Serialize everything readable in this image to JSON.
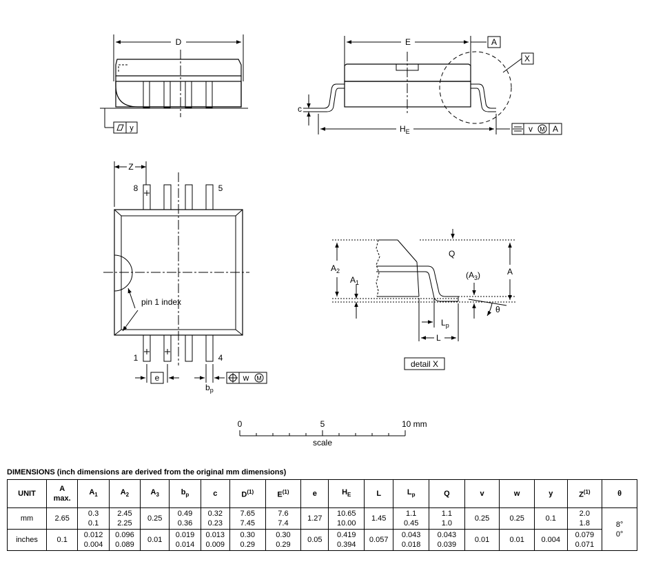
{
  "drawing": {
    "top_view": {
      "dim_D": "D",
      "flatness_symbol": "⏥",
      "flatness_letter": "y"
    },
    "side_view": {
      "dim_E": "E",
      "datum_A": "A",
      "detail_marker": "X",
      "dim_c": "c",
      "dim_HE": "H",
      "dim_HE_sub": "E",
      "tolerance": {
        "symbol": "=",
        "letter": "v",
        "modifier": "M",
        "datum": "A"
      }
    },
    "bottom_view": {
      "dim_Z": "Z",
      "pin8": "8",
      "pin5": "5",
      "pin1": "1",
      "pin4": "4",
      "pin1_label": "pin 1 index",
      "dim_e": "e",
      "dim_bp": "b",
      "dim_bp_sub": "p",
      "tolerance": {
        "symbol": "⊕",
        "letter": "w",
        "modifier": "M"
      }
    },
    "detail_view": {
      "dim_A2": "A",
      "dim_A2_sub": "2",
      "dim_A1": "A",
      "dim_A1_sub": "1",
      "dim_Q": "Q",
      "dim_A3": "(A",
      "dim_A3_sub": "3",
      "dim_A3_close": ")",
      "dim_A": "A",
      "dim_Lp": "L",
      "dim_Lp_sub": "p",
      "dim_theta": "θ",
      "dim_L": "L",
      "caption": "detail X"
    },
    "scale_bar": {
      "label0": "0",
      "label5": "5",
      "label10": "10 mm",
      "caption": "scale"
    }
  },
  "dimensions": {
    "title": "DIMENSIONS (inch dimensions are derived from the original mm dimensions)",
    "unit_header": "UNIT",
    "headers": [
      {
        "main": "A",
        "note": "max."
      },
      {
        "main": "A",
        "sub": "1"
      },
      {
        "main": "A",
        "sub": "2"
      },
      {
        "main": "A",
        "sub": "3"
      },
      {
        "main": "b",
        "sub": "p"
      },
      {
        "main": "c"
      },
      {
        "main": "D",
        "sup": "(1)"
      },
      {
        "main": "E",
        "sup": "(1)"
      },
      {
        "main": "e"
      },
      {
        "main": "H",
        "sub": "E"
      },
      {
        "main": "L"
      },
      {
        "main": "L",
        "sub": "p"
      },
      {
        "main": "Q"
      },
      {
        "main": "v"
      },
      {
        "main": "w"
      },
      {
        "main": "y"
      },
      {
        "main": "Z",
        "sup": "(1)"
      },
      {
        "main": "θ"
      }
    ],
    "rows": [
      {
        "unit": "mm",
        "cells": [
          [
            "2.65"
          ],
          [
            "0.3",
            "0.1"
          ],
          [
            "2.45",
            "2.25"
          ],
          [
            "0.25"
          ],
          [
            "0.49",
            "0.36"
          ],
          [
            "0.32",
            "0.23"
          ],
          [
            "7.65",
            "7.45"
          ],
          [
            "7.6",
            "7.4"
          ],
          [
            "1.27"
          ],
          [
            "10.65",
            "10.00"
          ],
          [
            "1.45"
          ],
          [
            "1.1",
            "0.45"
          ],
          [
            "1.1",
            "1.0"
          ],
          [
            "0.25"
          ],
          [
            "0.25"
          ],
          [
            "0.1"
          ],
          [
            "2.0",
            "1.8"
          ]
        ]
      },
      {
        "unit": "inches",
        "cells": [
          [
            "0.1"
          ],
          [
            "0.012",
            "0.004"
          ],
          [
            "0.096",
            "0.089"
          ],
          [
            "0.01"
          ],
          [
            "0.019",
            "0.014"
          ],
          [
            "0.013",
            "0.009"
          ],
          [
            "0.30",
            "0.29"
          ],
          [
            "0.30",
            "0.29"
          ],
          [
            "0.05"
          ],
          [
            "0.419",
            "0.394"
          ],
          [
            "0.057"
          ],
          [
            "0.043",
            "0.018"
          ],
          [
            "0.043",
            "0.039"
          ],
          [
            "0.01"
          ],
          [
            "0.01"
          ],
          [
            "0.004"
          ],
          [
            "0.079",
            "0.071"
          ]
        ]
      }
    ],
    "theta": [
      "8°",
      "0°"
    ]
  }
}
